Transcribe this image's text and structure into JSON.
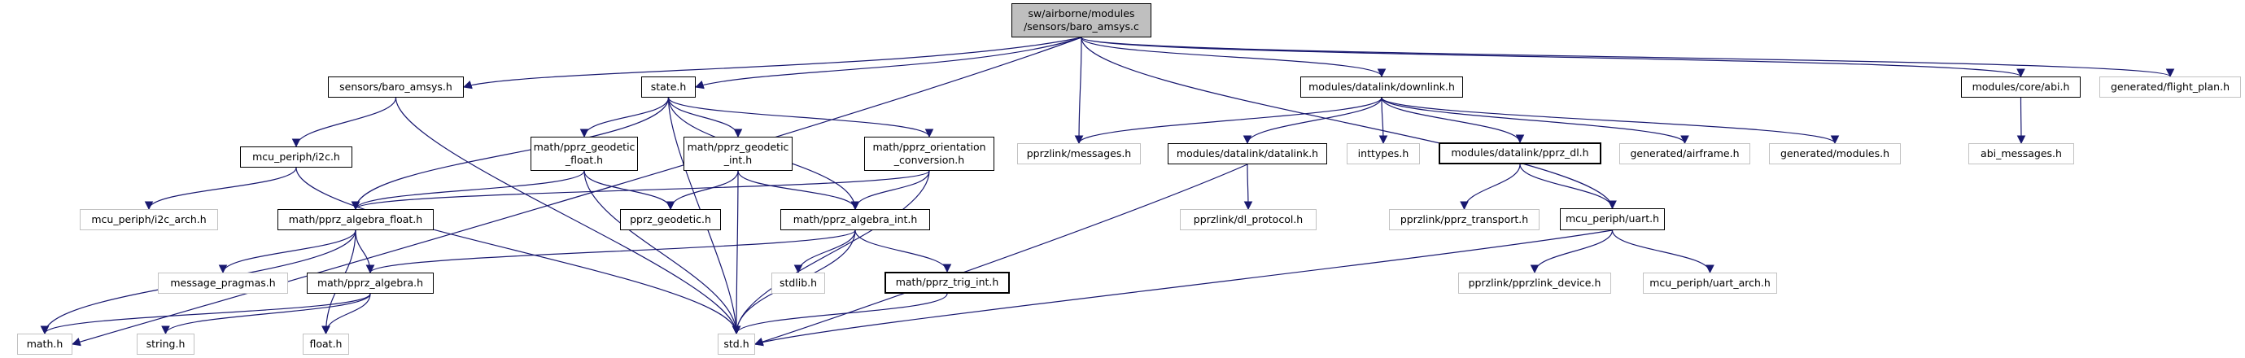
{
  "graph": {
    "colors": {
      "edge": "#191970",
      "documented_border": "#000000",
      "external_border": "#c2c2c2",
      "root_fill": "#bfbfbf",
      "node_fill": "#ffffff",
      "text": "#000000"
    },
    "nodes": [
      {
        "id": "root",
        "label": "sw/airborne/modules\n/sensors/baro_amsys.c",
        "style": "root"
      },
      {
        "id": "baro_amsys_h",
        "label": "sensors/baro_amsys.h",
        "style": "doc"
      },
      {
        "id": "state_h",
        "label": "state.h",
        "style": "doc"
      },
      {
        "id": "downlink_h",
        "label": "modules/datalink/downlink.h",
        "style": "doc"
      },
      {
        "id": "abi_h",
        "label": "modules/core/abi.h",
        "style": "doc"
      },
      {
        "id": "flight_plan_h",
        "label": "generated/flight_plan.h",
        "style": "ext"
      },
      {
        "id": "i2c_h",
        "label": "mcu_periph/i2c.h",
        "style": "doc"
      },
      {
        "id": "geodetic_float_h",
        "label": "math/pprz_geodetic\n_float.h",
        "style": "doc"
      },
      {
        "id": "geodetic_int_h",
        "label": "math/pprz_geodetic\n_int.h",
        "style": "doc"
      },
      {
        "id": "orientation_h",
        "label": "math/pprz_orientation\n_conversion.h",
        "style": "doc"
      },
      {
        "id": "messages_h",
        "label": "pprzlink/messages.h",
        "style": "ext"
      },
      {
        "id": "datalink_h",
        "label": "modules/datalink/datalink.h",
        "style": "doc"
      },
      {
        "id": "inttypes_h",
        "label": "inttypes.h",
        "style": "ext"
      },
      {
        "id": "pprz_dl_h",
        "label": "modules/datalink/pprz_dl.h",
        "style": "doc bold"
      },
      {
        "id": "airframe_h",
        "label": "generated/airframe.h",
        "style": "ext"
      },
      {
        "id": "modules_h",
        "label": "generated/modules.h",
        "style": "ext"
      },
      {
        "id": "abi_messages_h",
        "label": "abi_messages.h",
        "style": "ext"
      },
      {
        "id": "i2c_arch_h",
        "label": "mcu_periph/i2c_arch.h",
        "style": "ext"
      },
      {
        "id": "algebra_float_h",
        "label": "math/pprz_algebra_float.h",
        "style": "doc"
      },
      {
        "id": "pprz_geodetic_h",
        "label": "pprz_geodetic.h",
        "style": "doc"
      },
      {
        "id": "algebra_int_h",
        "label": "math/pprz_algebra_int.h",
        "style": "doc"
      },
      {
        "id": "dl_protocol_h",
        "label": "pprzlink/dl_protocol.h",
        "style": "ext"
      },
      {
        "id": "pprz_transport_h",
        "label": "pprzlink/pprz_transport.h",
        "style": "ext"
      },
      {
        "id": "uart_h",
        "label": "mcu_periph/uart.h",
        "style": "doc"
      },
      {
        "id": "message_pragmas_h",
        "label": "message_pragmas.h",
        "style": "ext"
      },
      {
        "id": "algebra_h",
        "label": "math/pprz_algebra.h",
        "style": "doc"
      },
      {
        "id": "stdlib_h",
        "label": "stdlib.h",
        "style": "ext"
      },
      {
        "id": "trig_int_h",
        "label": "math/pprz_trig_int.h",
        "style": "doc bold"
      },
      {
        "id": "pprzlink_device_h",
        "label": "pprzlink/pprzlink_device.h",
        "style": "ext"
      },
      {
        "id": "uart_arch_h",
        "label": "mcu_periph/uart_arch.h",
        "style": "ext"
      },
      {
        "id": "math_h",
        "label": "math.h",
        "style": "ext"
      },
      {
        "id": "string_h",
        "label": "string.h",
        "style": "ext"
      },
      {
        "id": "float_h",
        "label": "float.h",
        "style": "ext"
      },
      {
        "id": "std_h",
        "label": "std.h",
        "style": "ext"
      }
    ],
    "edges": [
      {
        "from": "root",
        "to": "baro_amsys_h"
      },
      {
        "from": "root",
        "to": "state_h"
      },
      {
        "from": "root",
        "to": "downlink_h"
      },
      {
        "from": "root",
        "to": "abi_h"
      },
      {
        "from": "root",
        "to": "flight_plan_h"
      },
      {
        "from": "root",
        "to": "messages_h"
      },
      {
        "from": "root",
        "to": "uart_h"
      },
      {
        "from": "root",
        "to": "math_h"
      },
      {
        "from": "baro_amsys_h",
        "to": "i2c_h"
      },
      {
        "from": "baro_amsys_h",
        "to": "std_h"
      },
      {
        "from": "state_h",
        "to": "geodetic_float_h"
      },
      {
        "from": "state_h",
        "to": "geodetic_int_h"
      },
      {
        "from": "state_h",
        "to": "orientation_h"
      },
      {
        "from": "state_h",
        "to": "algebra_float_h"
      },
      {
        "from": "state_h",
        "to": "algebra_int_h"
      },
      {
        "from": "state_h",
        "to": "std_h"
      },
      {
        "from": "i2c_h",
        "to": "i2c_arch_h"
      },
      {
        "from": "i2c_h",
        "to": "std_h"
      },
      {
        "from": "geodetic_float_h",
        "to": "pprz_geodetic_h"
      },
      {
        "from": "geodetic_float_h",
        "to": "algebra_float_h"
      },
      {
        "from": "geodetic_float_h",
        "to": "std_h"
      },
      {
        "from": "geodetic_int_h",
        "to": "pprz_geodetic_h"
      },
      {
        "from": "geodetic_int_h",
        "to": "algebra_int_h"
      },
      {
        "from": "geodetic_int_h",
        "to": "std_h"
      },
      {
        "from": "orientation_h",
        "to": "algebra_float_h"
      },
      {
        "from": "orientation_h",
        "to": "algebra_int_h"
      },
      {
        "from": "orientation_h",
        "to": "std_h"
      },
      {
        "from": "downlink_h",
        "to": "messages_h"
      },
      {
        "from": "downlink_h",
        "to": "datalink_h"
      },
      {
        "from": "downlink_h",
        "to": "inttypes_h"
      },
      {
        "from": "downlink_h",
        "to": "pprz_dl_h"
      },
      {
        "from": "downlink_h",
        "to": "airframe_h"
      },
      {
        "from": "downlink_h",
        "to": "modules_h"
      },
      {
        "from": "datalink_h",
        "to": "dl_protocol_h"
      },
      {
        "from": "datalink_h",
        "to": "std_h"
      },
      {
        "from": "pprz_dl_h",
        "to": "pprz_transport_h"
      },
      {
        "from": "pprz_dl_h",
        "to": "uart_h"
      },
      {
        "from": "uart_h",
        "to": "pprzlink_device_h"
      },
      {
        "from": "uart_h",
        "to": "uart_arch_h"
      },
      {
        "from": "uart_h",
        "to": "std_h"
      },
      {
        "from": "abi_h",
        "to": "abi_messages_h"
      },
      {
        "from": "algebra_float_h",
        "to": "message_pragmas_h"
      },
      {
        "from": "algebra_float_h",
        "to": "algebra_h"
      },
      {
        "from": "algebra_float_h",
        "to": "math_h"
      },
      {
        "from": "algebra_float_h",
        "to": "float_h"
      },
      {
        "from": "algebra_int_h",
        "to": "algebra_h"
      },
      {
        "from": "algebra_int_h",
        "to": "trig_int_h"
      },
      {
        "from": "algebra_int_h",
        "to": "stdlib_h"
      },
      {
        "from": "algebra_int_h",
        "to": "std_h"
      },
      {
        "from": "algebra_h",
        "to": "float_h"
      },
      {
        "from": "algebra_h",
        "to": "string_h"
      },
      {
        "from": "algebra_h",
        "to": "math_h"
      },
      {
        "from": "trig_int_h",
        "to": "std_h"
      }
    ]
  }
}
